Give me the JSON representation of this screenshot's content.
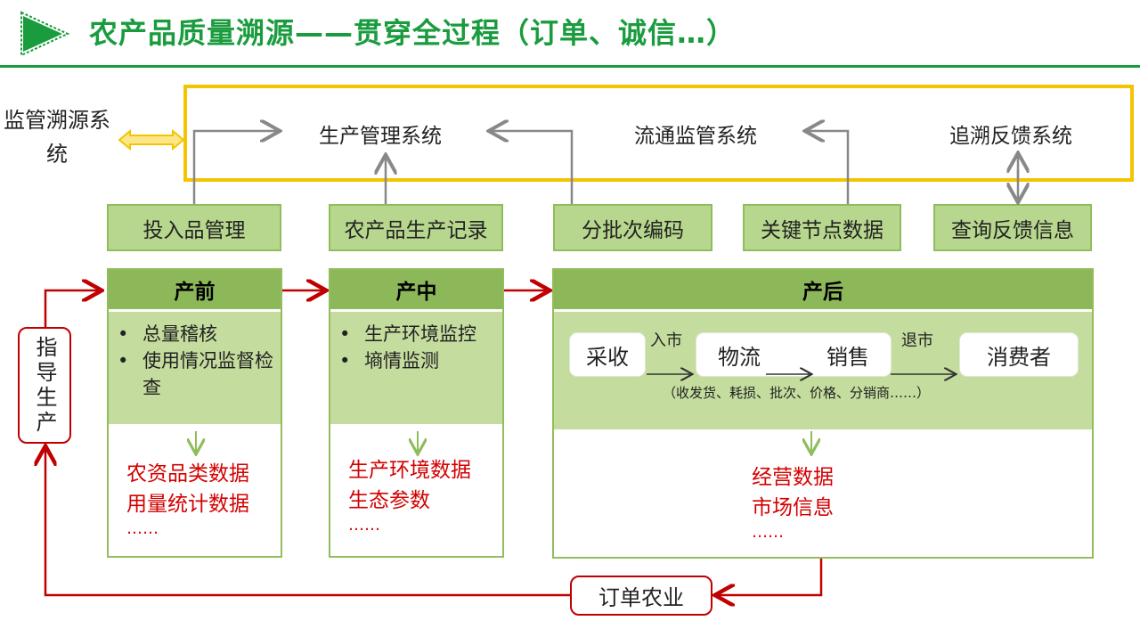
{
  "title": "农产品质量溯源——贯穿全过程（订单、诚信…）",
  "left_label": "监管溯源系统",
  "systems": {
    "production": "生产管理系统",
    "circulation": "流通监管系统",
    "traceback": "追溯反馈系统"
  },
  "modules": [
    "投入品管理",
    "农产品生产记录",
    "分批次编码",
    "关键节点数据",
    "查询反馈信息"
  ],
  "stages": {
    "pre": {
      "title": "产前",
      "bullets": [
        "总量稽核",
        "使用情况监督检查"
      ],
      "data_lines": [
        "农资品类数据",
        "用量统计数据"
      ],
      "ellipsis": "……"
    },
    "mid": {
      "title": "产中",
      "bullets": [
        "生产环境监控",
        "墒情监测"
      ],
      "data_lines": [
        "生产环境数据",
        "生态参数"
      ],
      "ellipsis": "……"
    },
    "post": {
      "title": "产后",
      "flow": {
        "harvest": "采收",
        "enter_market": "入市",
        "logistics": "物流",
        "sales": "销售",
        "exit_market": "退市",
        "consumer": "消费者",
        "note": "（收发货、耗损、批次、价格、分销商……）"
      },
      "data_lines": [
        "经营数据",
        "市场信息"
      ],
      "ellipsis": "……"
    }
  },
  "guide_label": "指导生产",
  "order_label": "订单农业",
  "colors": {
    "title_green": "#1a9c3e",
    "frame_yellow": "#f5c400",
    "box_green": "#b7d78e",
    "head_green": "#8db85a",
    "arrow_red": "#c00000",
    "text_red": "#d40000"
  }
}
